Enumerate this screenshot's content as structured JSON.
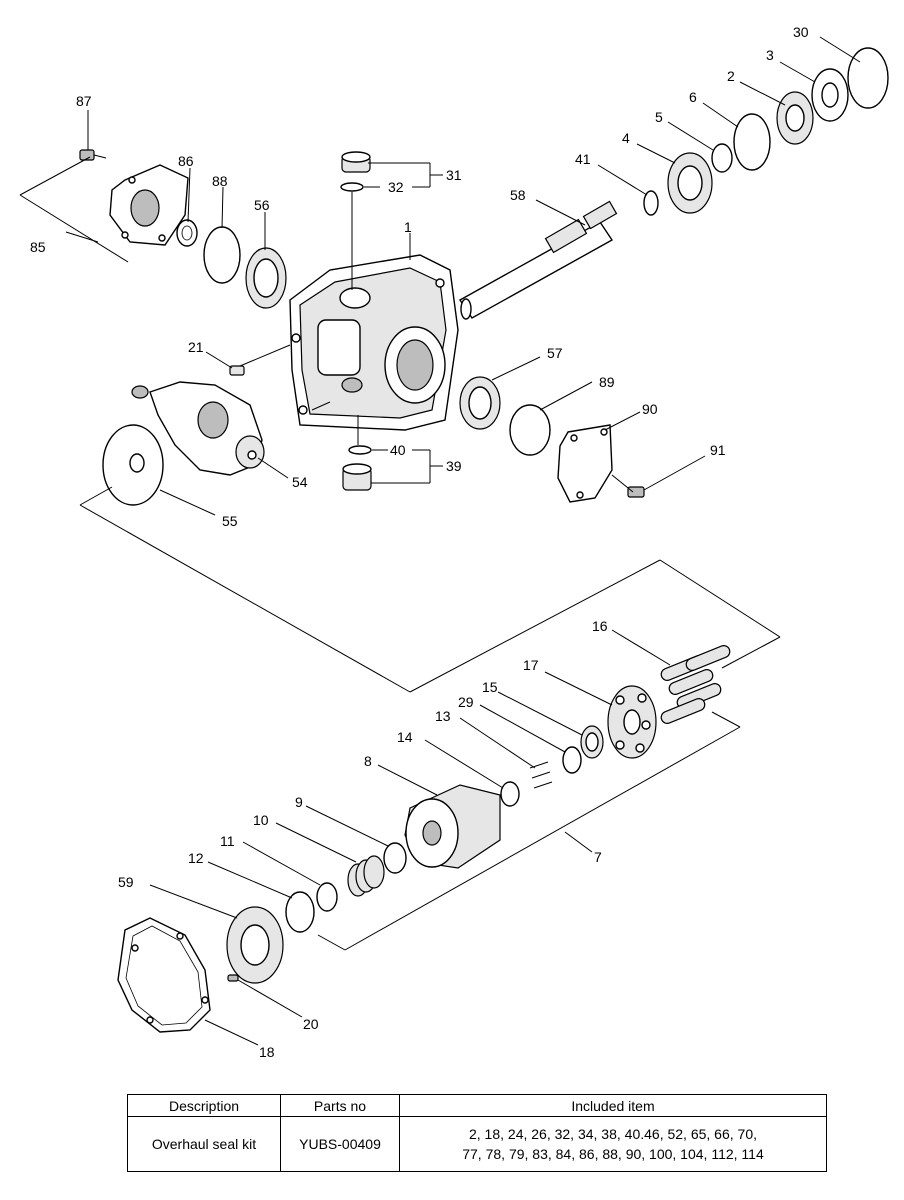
{
  "diagram": {
    "part_labels": [
      "1",
      "2",
      "3",
      "4",
      "5",
      "6",
      "7",
      "8",
      "9",
      "10",
      "11",
      "12",
      "13",
      "14",
      "15",
      "16",
      "17",
      "18",
      "20",
      "21",
      "29",
      "30",
      "31",
      "32",
      "39",
      "40",
      "41",
      "54",
      "55",
      "56",
      "57",
      "58",
      "59",
      "85",
      "86",
      "87",
      "88",
      "89",
      "90",
      "91"
    ]
  },
  "kit_table": {
    "headers": {
      "description": "Description",
      "parts_no": "Parts no",
      "included_item": "Included item"
    },
    "rows": [
      {
        "description": "Overhaul seal kit",
        "parts_no": "YUBS-00409",
        "included_line_1": "2, 18, 24, 26, 32, 34, 38, 40.46, 52, 65, 66, 70,",
        "included_line_2": "77, 78, 79, 83, 84, 86, 88, 90, 100, 104, 112, 114"
      }
    ]
  }
}
